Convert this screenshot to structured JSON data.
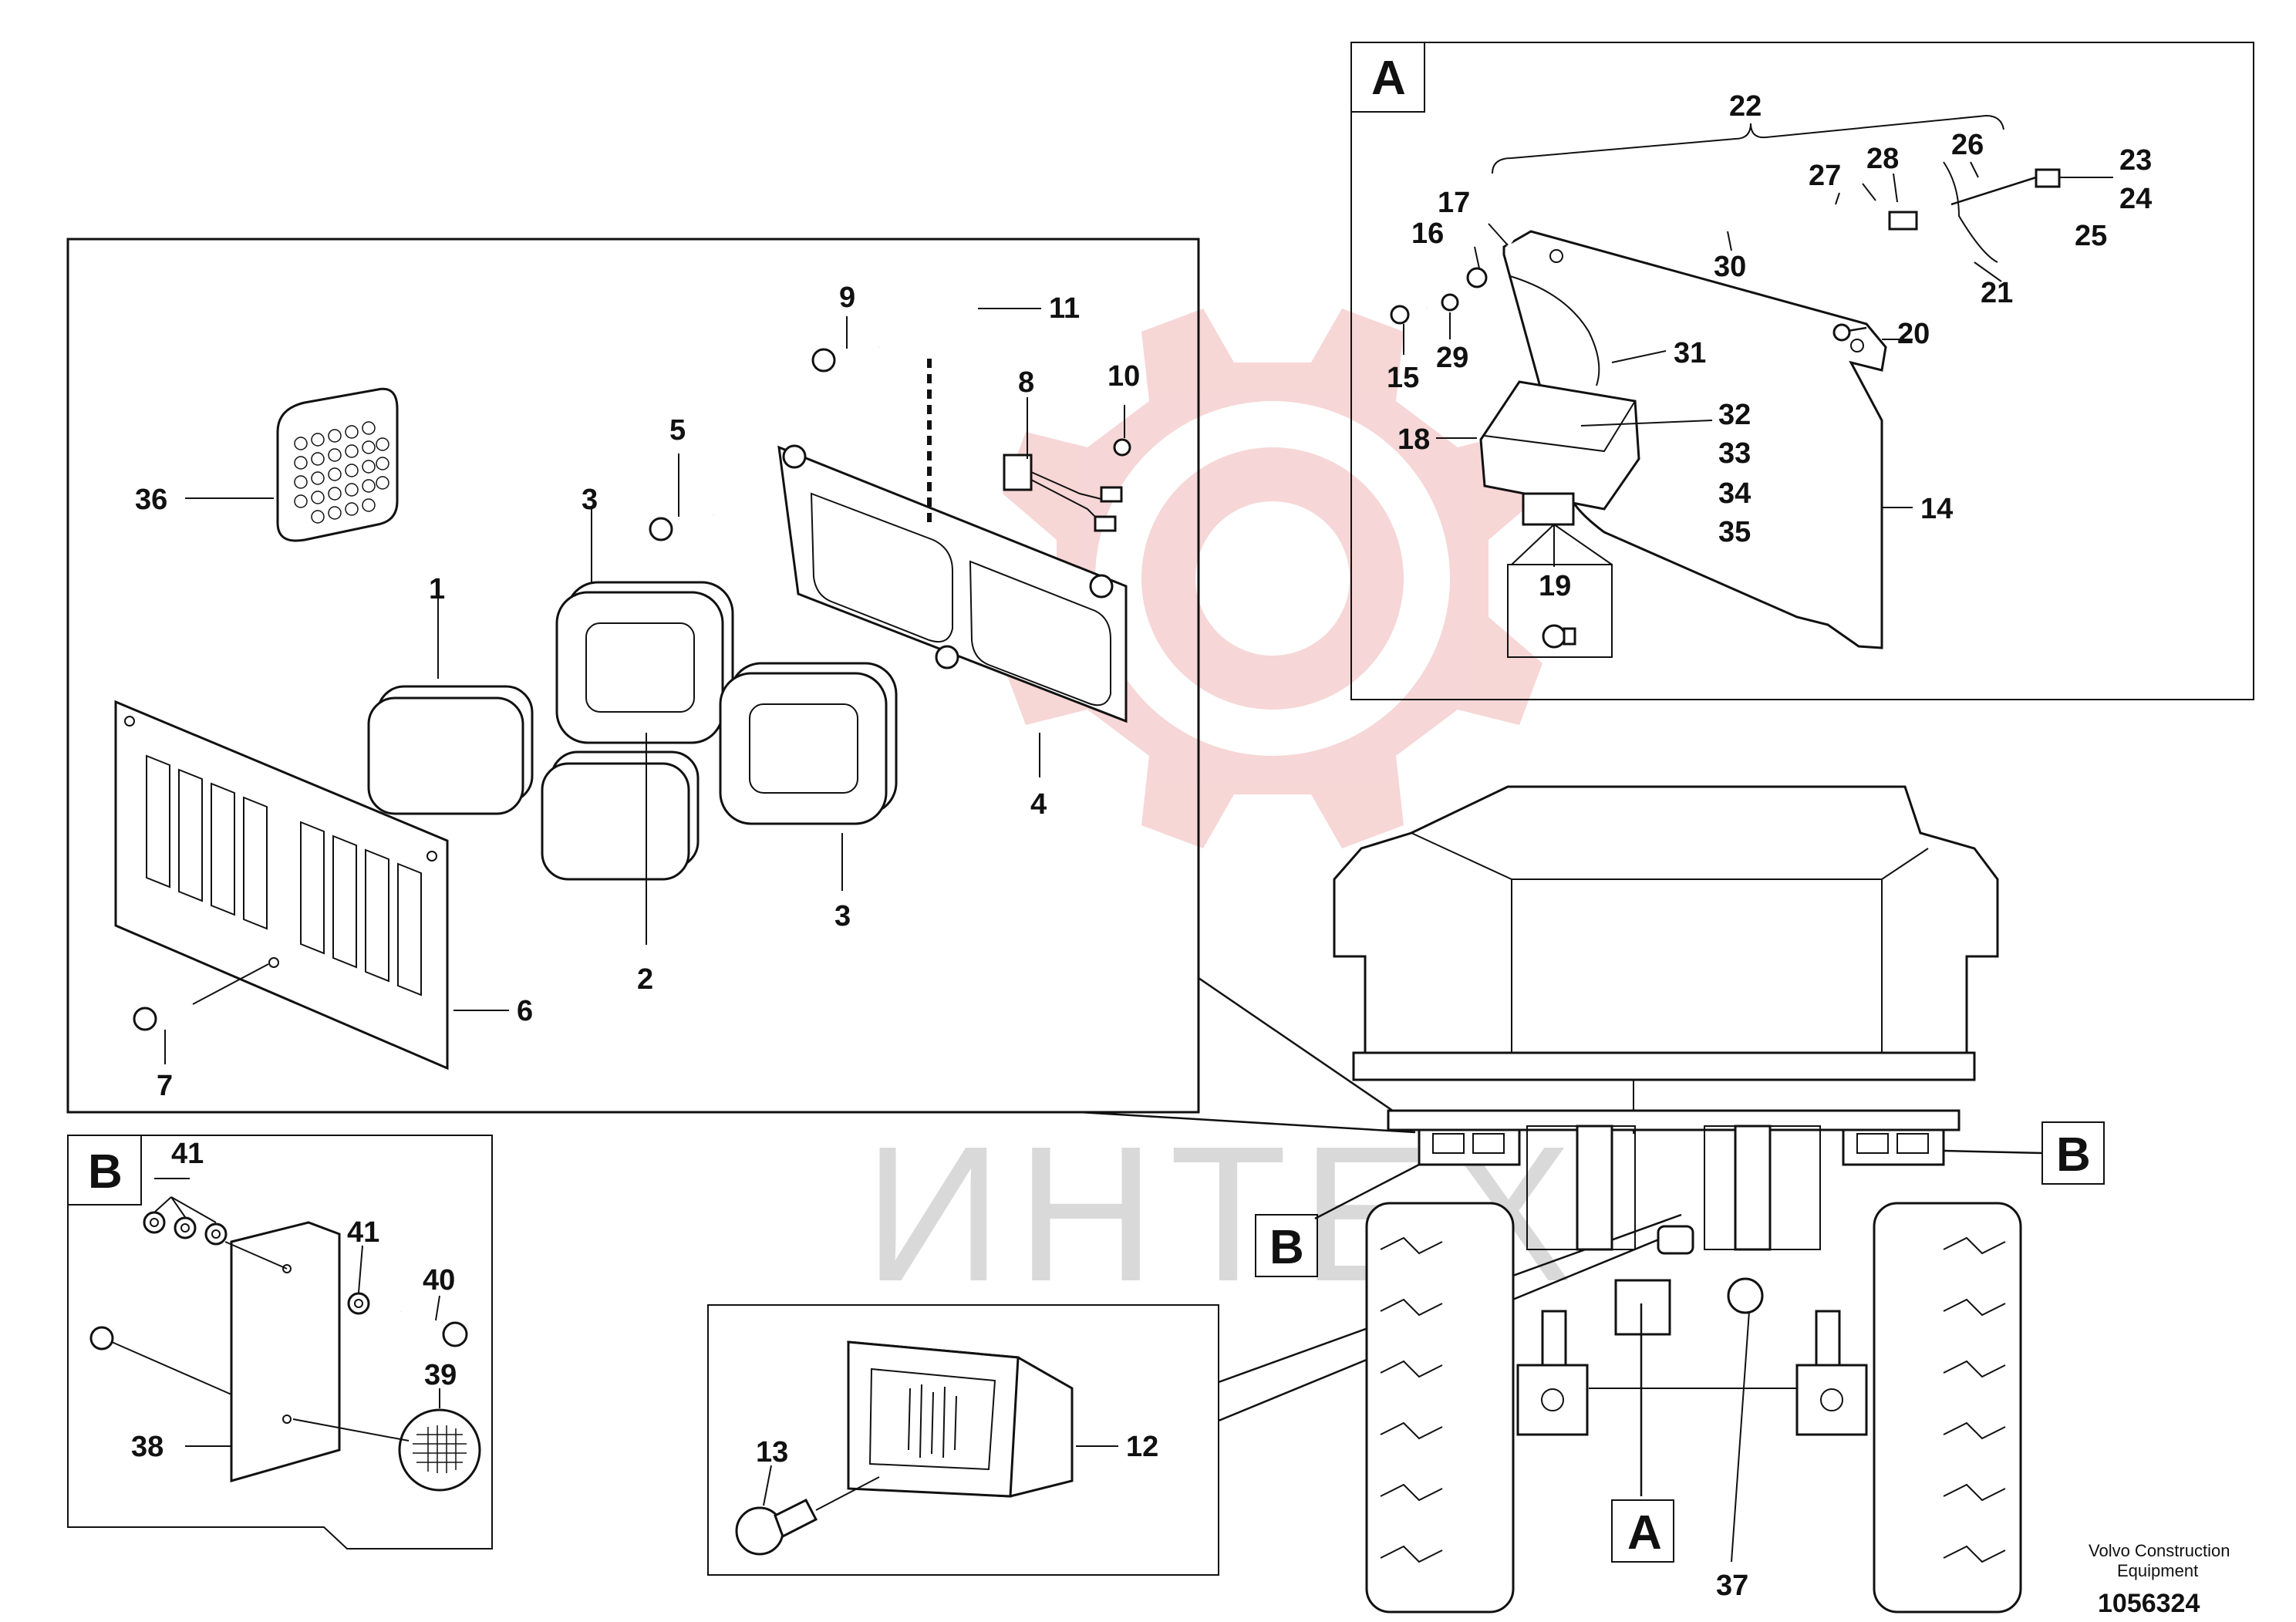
{
  "callouts": {
    "n1": "1",
    "n2": "2",
    "n3a": "3",
    "n3b": "3",
    "n4": "4",
    "n5": "5",
    "n6": "6",
    "n7": "7",
    "n8": "8",
    "n9": "9",
    "n10": "10",
    "n11": "11",
    "n12": "12",
    "n13": "13",
    "n14": "14",
    "n15": "15",
    "n16": "16",
    "n17": "17",
    "n18": "18",
    "n19": "19",
    "n20": "20",
    "n21": "21",
    "n22": "22",
    "n23": "23",
    "n24": "24",
    "n25": "25",
    "n26": "26",
    "n27": "27",
    "n28": "28",
    "n29": "29",
    "n30": "30",
    "n31": "31",
    "n32": "32",
    "n33": "33",
    "n34": "34",
    "n35": "35",
    "n36": "36",
    "n37": "37",
    "n38": "38",
    "n39": "39",
    "n40": "40",
    "n41a": "41",
    "n41b": "41"
  },
  "detail_labels": {
    "a_box": "A",
    "a_pointer": "A",
    "b_box": "B",
    "b_pointer_left": "B",
    "b_pointer_right": "B"
  },
  "watermark": "ИНТЕХ",
  "footer": {
    "brand_line1": "Volvo Construction",
    "brand_line2": "Equipment",
    "drawing_number": "1056324"
  },
  "colors": {
    "line": "#111111",
    "watermark_gear": "#f3c8c8",
    "watermark_text": "#d9d9d9"
  }
}
